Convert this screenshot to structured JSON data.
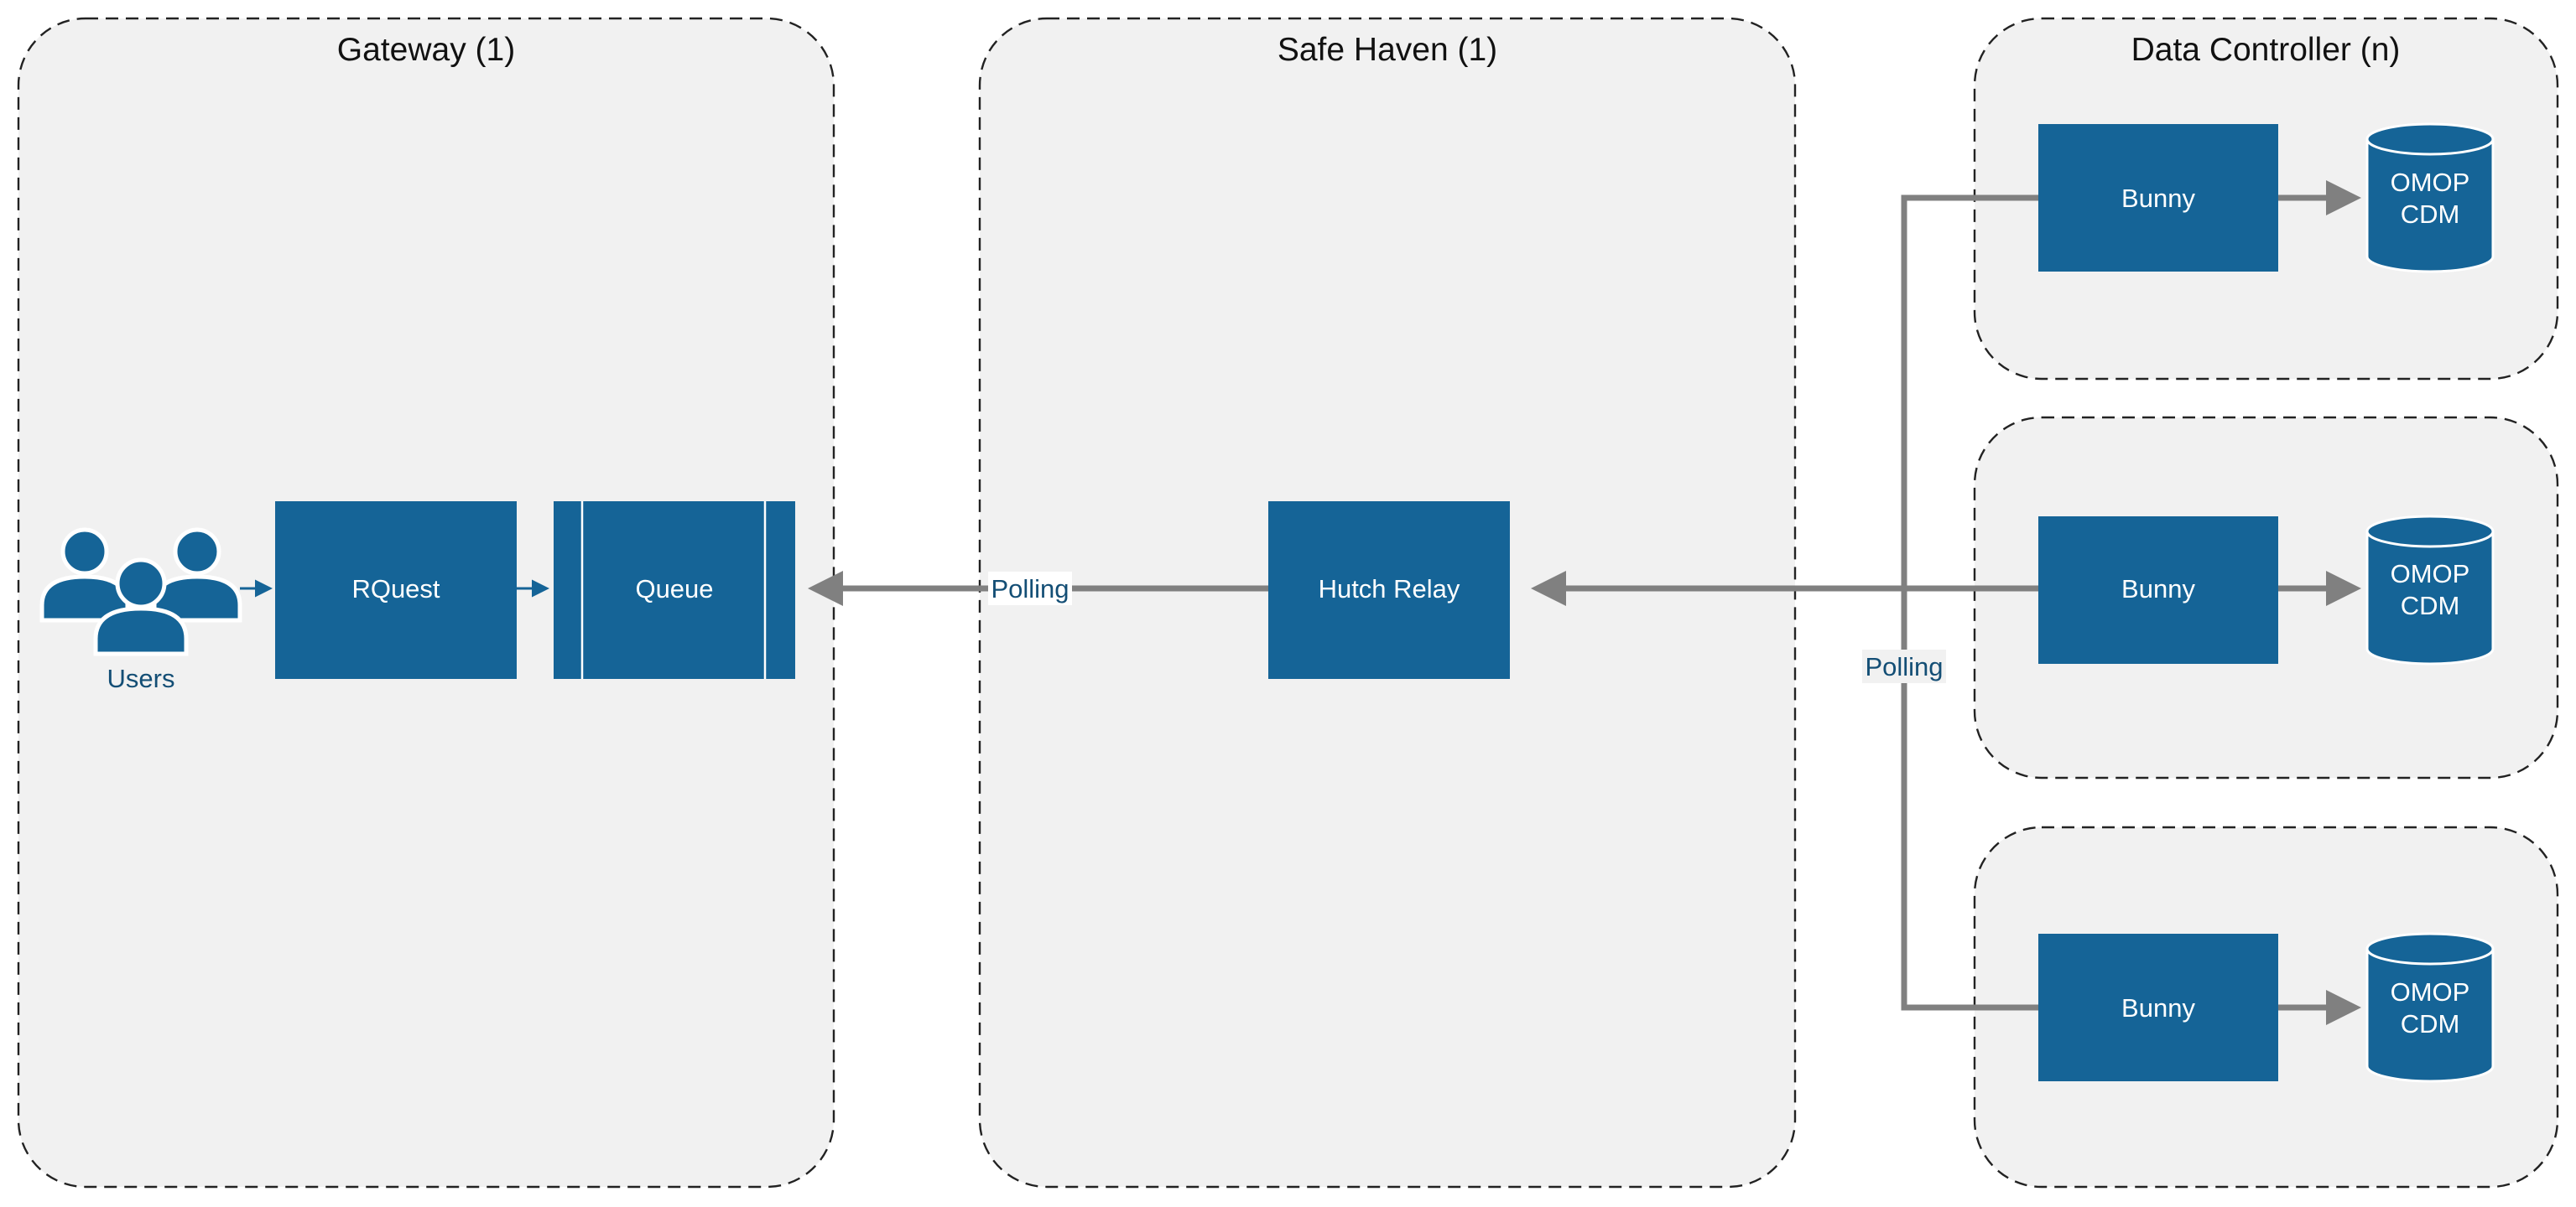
{
  "zones": {
    "gateway": "Gateway (1)",
    "safe_haven": "Safe Haven (1)",
    "data_controller": "Data Controller (n)"
  },
  "nodes": {
    "users": "Users",
    "rquest": "RQuest",
    "queue": "Queue",
    "hutch_relay": "Hutch Relay",
    "bunny_1": "Bunny",
    "bunny_2": "Bunny",
    "bunny_3": "Bunny",
    "db_1": [
      "OMOP",
      "CDM"
    ],
    "db_2": [
      "OMOP",
      "CDM"
    ],
    "db_3": [
      "OMOP",
      "CDM"
    ]
  },
  "edges": {
    "polling_relay_to_queue": "Polling",
    "polling_bunnies_to_relay": "Polling"
  },
  "colors": {
    "node_fill": "#156497",
    "zone_fill": "#f1f1f1",
    "wire": "#808080"
  }
}
